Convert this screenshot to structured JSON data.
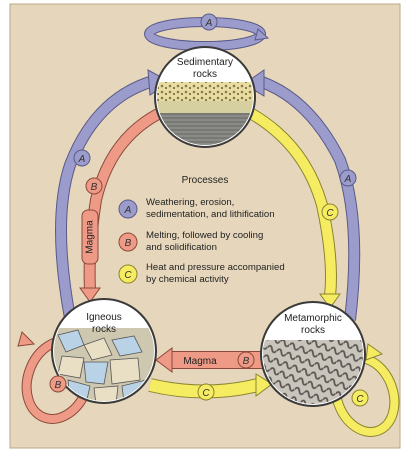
{
  "rocks": {
    "sedimentary": {
      "line1": "Sedimentary",
      "line2": "rocks"
    },
    "igneous": {
      "line1": "Igneous",
      "line2": "rocks"
    },
    "metamorphic": {
      "line1": "Metamorphic",
      "line2": "rocks"
    }
  },
  "legend": {
    "title": "Processes",
    "items": [
      {
        "badge": "A",
        "line1": "Weathering, erosion,",
        "line2": "sedimentation, and lithification"
      },
      {
        "badge": "B",
        "line1": "Melting, followed by cooling",
        "line2": "and solidification"
      },
      {
        "badge": "C",
        "line1": "Heat and pressure accompanied",
        "line2": "by chemical activity"
      }
    ]
  },
  "arrow_labels": {
    "magma_left": "Magma",
    "magma_bottom": "Magma"
  },
  "badges": {
    "A": "A",
    "B": "B",
    "C": "C"
  },
  "colors": {
    "background": "#e6d7bc",
    "process_a": "#9b9bcc",
    "process_b": "#ef9a86",
    "process_c": "#f5ec62"
  }
}
